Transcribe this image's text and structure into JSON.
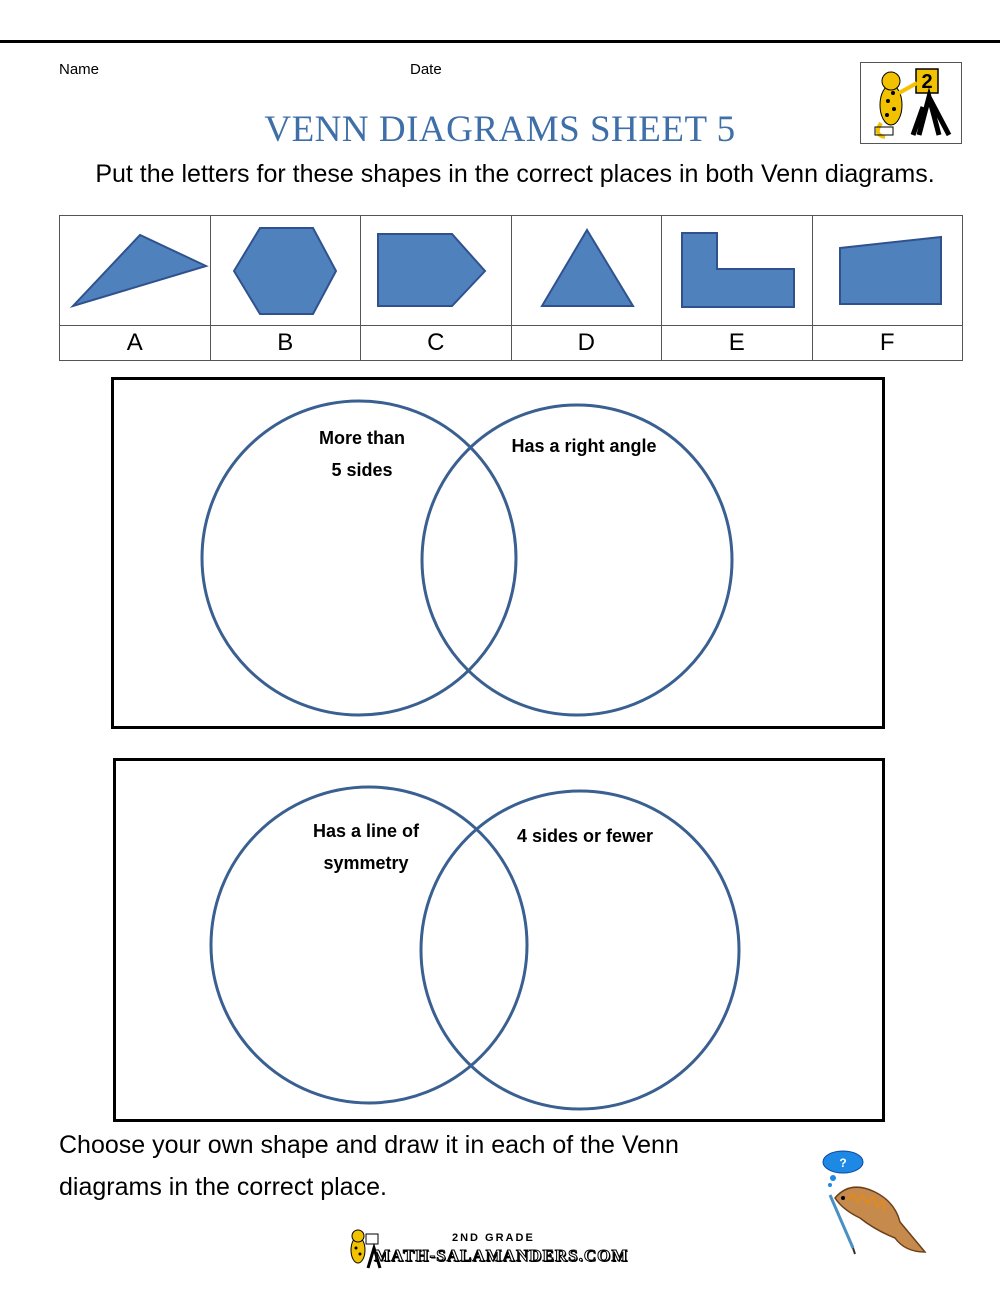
{
  "header": {
    "name_label": "Name",
    "date_label": "Date",
    "title": "VENN DIAGRAMS SHEET 5",
    "logo_number": "2"
  },
  "instructions": "Put the letters for these shapes in the correct places in both Venn diagrams.",
  "shapes": [
    {
      "letter": "A",
      "icon": "scalene-triangle-icon"
    },
    {
      "letter": "B",
      "icon": "hexagon-icon"
    },
    {
      "letter": "C",
      "icon": "pentagon-icon"
    },
    {
      "letter": "D",
      "icon": "triangle-icon"
    },
    {
      "letter": "E",
      "icon": "l-shape-icon"
    },
    {
      "letter": "F",
      "icon": "quadrilateral-icon"
    }
  ],
  "venn1": {
    "left_label_line1": "More than",
    "left_label_line2": "5 sides",
    "right_label": "Has a right angle"
  },
  "venn2": {
    "left_label_line1": "Has a line of",
    "left_label_line2": "symmetry",
    "right_label": "4 sides or fewer"
  },
  "footer": {
    "line1": "Choose your own shape and draw it in each of the Venn",
    "line2": "diagrams in the correct place.",
    "brand_top": "2ND GRADE",
    "brand_name": "MATH-SALAMANDERS.COM",
    "thought_mark": "?"
  },
  "colors": {
    "title": "#3f6fa8",
    "shape_fill": "#4f81bd",
    "shape_stroke": "#2f528f",
    "circle_stroke": "#3a5f91"
  }
}
